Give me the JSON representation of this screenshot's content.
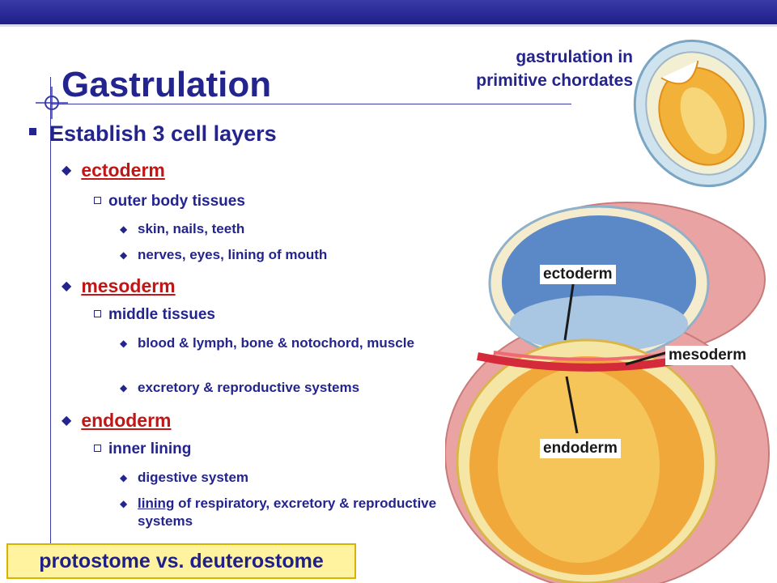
{
  "slide": {
    "title": "Gastrulation",
    "caption_line1": "gastrulation in",
    "caption_line2": "primitive chordates",
    "main_bullet": "Establish 3 cell layers",
    "layers": [
      {
        "name": "ectoderm",
        "sub": "outer body tissues",
        "details": [
          "skin, nails, teeth",
          "nerves, eyes, lining of mouth"
        ]
      },
      {
        "name": "mesoderm",
        "sub": "middle tissues",
        "details": [
          "blood & lymph, bone & notochord, muscle",
          "excretory & reproductive systems"
        ]
      },
      {
        "name": "endoderm",
        "sub": "inner lining",
        "details": [
          "digestive system",
          "of respiratory, excretory & reproductive systems"
        ],
        "detail_prefix_underlined": "lining"
      }
    ],
    "footer_link": "protostome vs. deuterostome",
    "diagram_labels": {
      "ectoderm": "ectoderm",
      "mesoderm": "mesoderm",
      "endoderm": "endoderm"
    },
    "colors": {
      "title": "#24248e",
      "layer_name": "#c01616",
      "footer_bg": "#fff3a0"
    }
  }
}
